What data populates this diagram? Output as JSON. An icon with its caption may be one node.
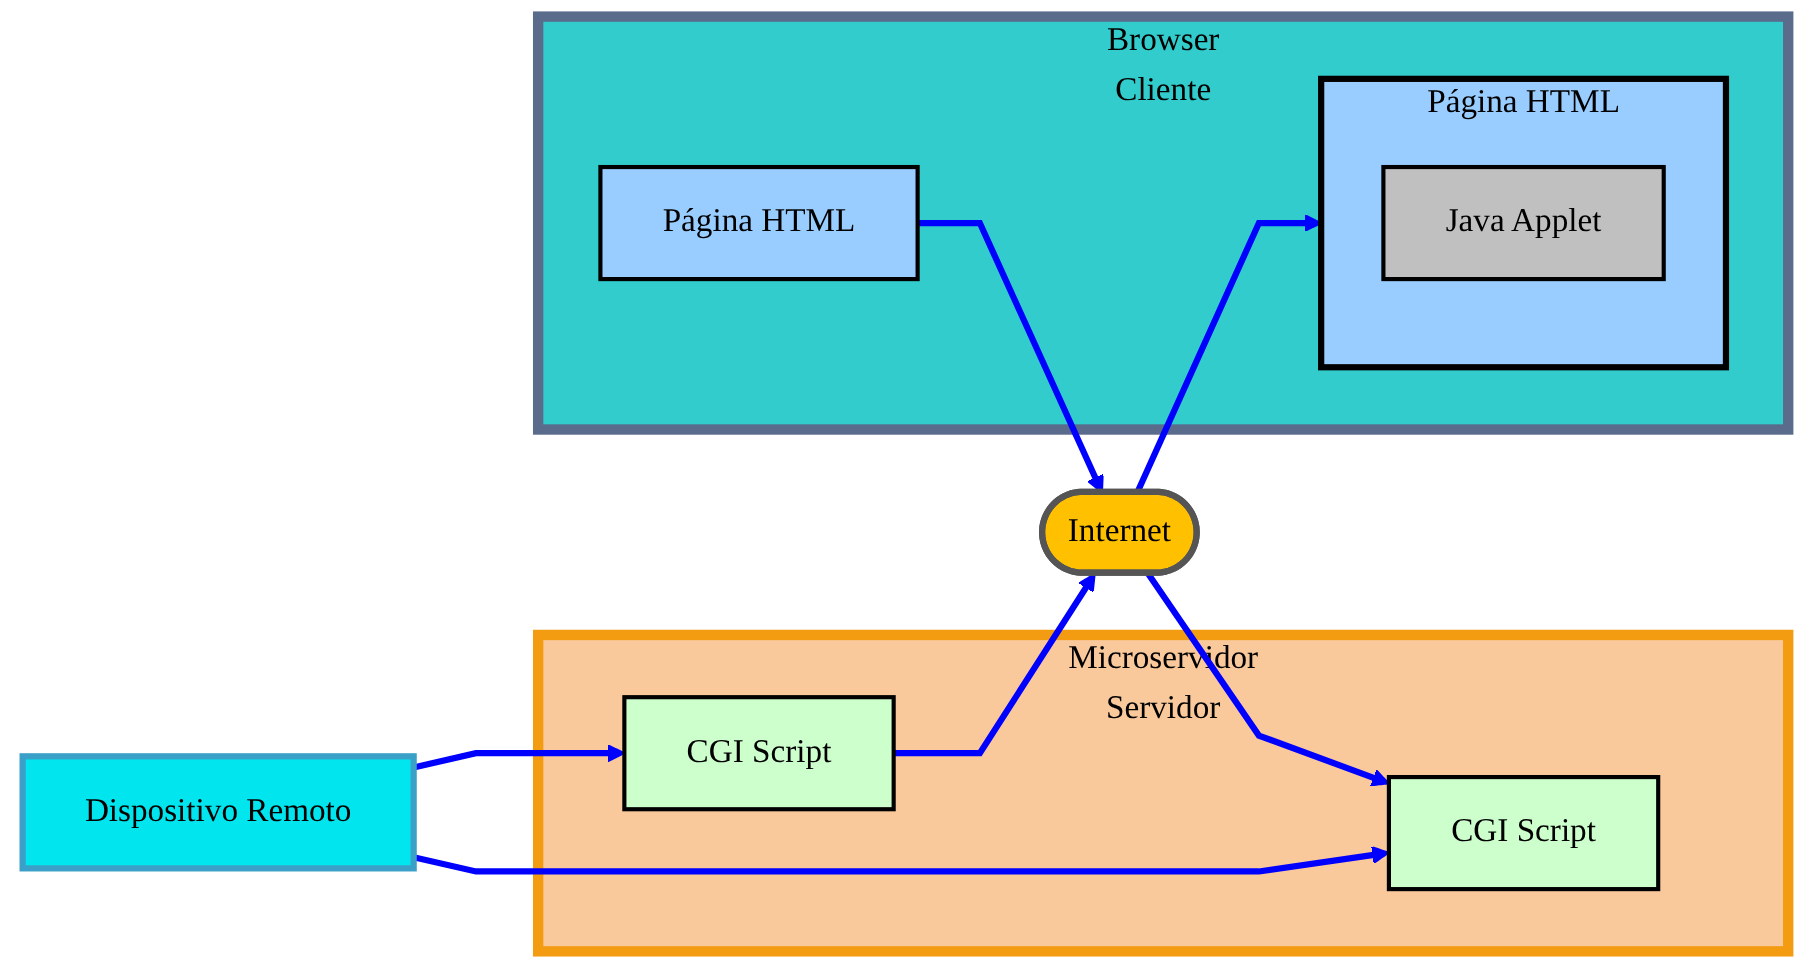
{
  "diagram": {
    "nodes": [
      {
        "text": [
          "Dispositivo Remoto"
        ]
      },
      {
        "text": [
          "Microservidor"
        ],
        "beside": [
          "Servidor"
        ]
      },
      {
        "text": [
          "CGI Script"
        ],
        "in": 1
      },
      {
        "text": [
          "CGI Script"
        ],
        "in": 1
      },
      {
        "text": [
          "Internet"
        ]
      },
      {
        "text": [
          "Browser"
        ],
        "beside": [
          "Cliente"
        ]
      },
      {
        "text": [
          "Página HTML"
        ],
        "in": 5
      },
      {
        "text": [
          "Página HTML"
        ],
        "in": 5
      },
      {
        "text": [
          "Java Applet"
        ],
        "in": 7
      }
    ],
    "edges": [
      {
        "from": 0,
        "to": 2,
        "arrow": "to"
      },
      {
        "from": 0,
        "to": 3,
        "arrow": "to"
      },
      {
        "from": 2,
        "to": 4,
        "arrow": "to"
      },
      {
        "from": 6,
        "to": 4,
        "arrow": "to"
      },
      {
        "from": 4,
        "to": 7,
        "arrow": "to"
      },
      {
        "from": 4,
        "to": 3,
        "arrow": "to"
      }
    ]
  }
}
